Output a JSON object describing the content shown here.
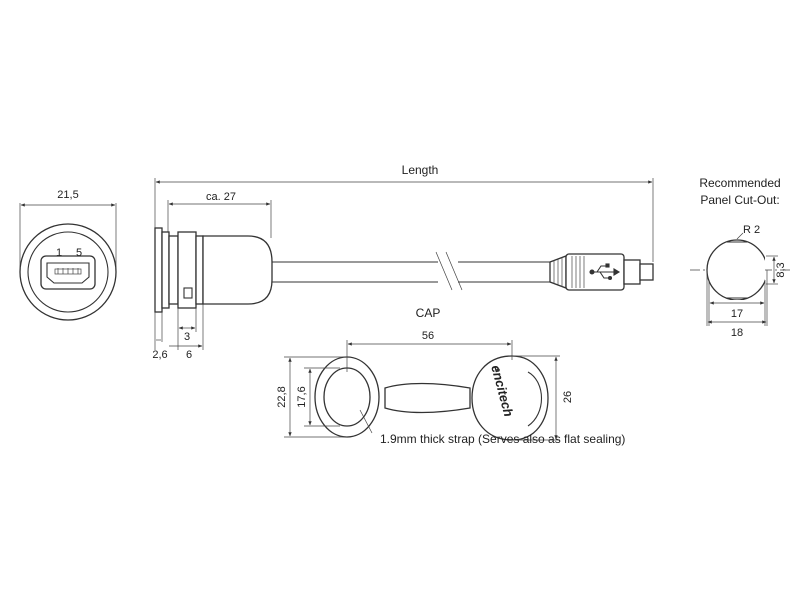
{
  "front_view": {
    "width_dim": "21,5",
    "pin_first": "1",
    "pin_last": "5"
  },
  "side_view": {
    "length_label": "Length",
    "body_length": "ca. 27",
    "flange_thickness": "2,6",
    "nut_width": "3",
    "overall_mount": "6"
  },
  "cap": {
    "title": "CAP",
    "strap_length": "56",
    "outer_height": "22,8",
    "inner_height": "17,6",
    "height": "26",
    "brand": "encitech",
    "strap_note": "1.9mm thick strap (Serves also as flat sealing)"
  },
  "cutout": {
    "title_line1": "Recommended",
    "title_line2": "Panel Cut-Out:",
    "radius": "R 2",
    "flat": "8,3",
    "inner_width": "17",
    "outer_width": "18"
  }
}
